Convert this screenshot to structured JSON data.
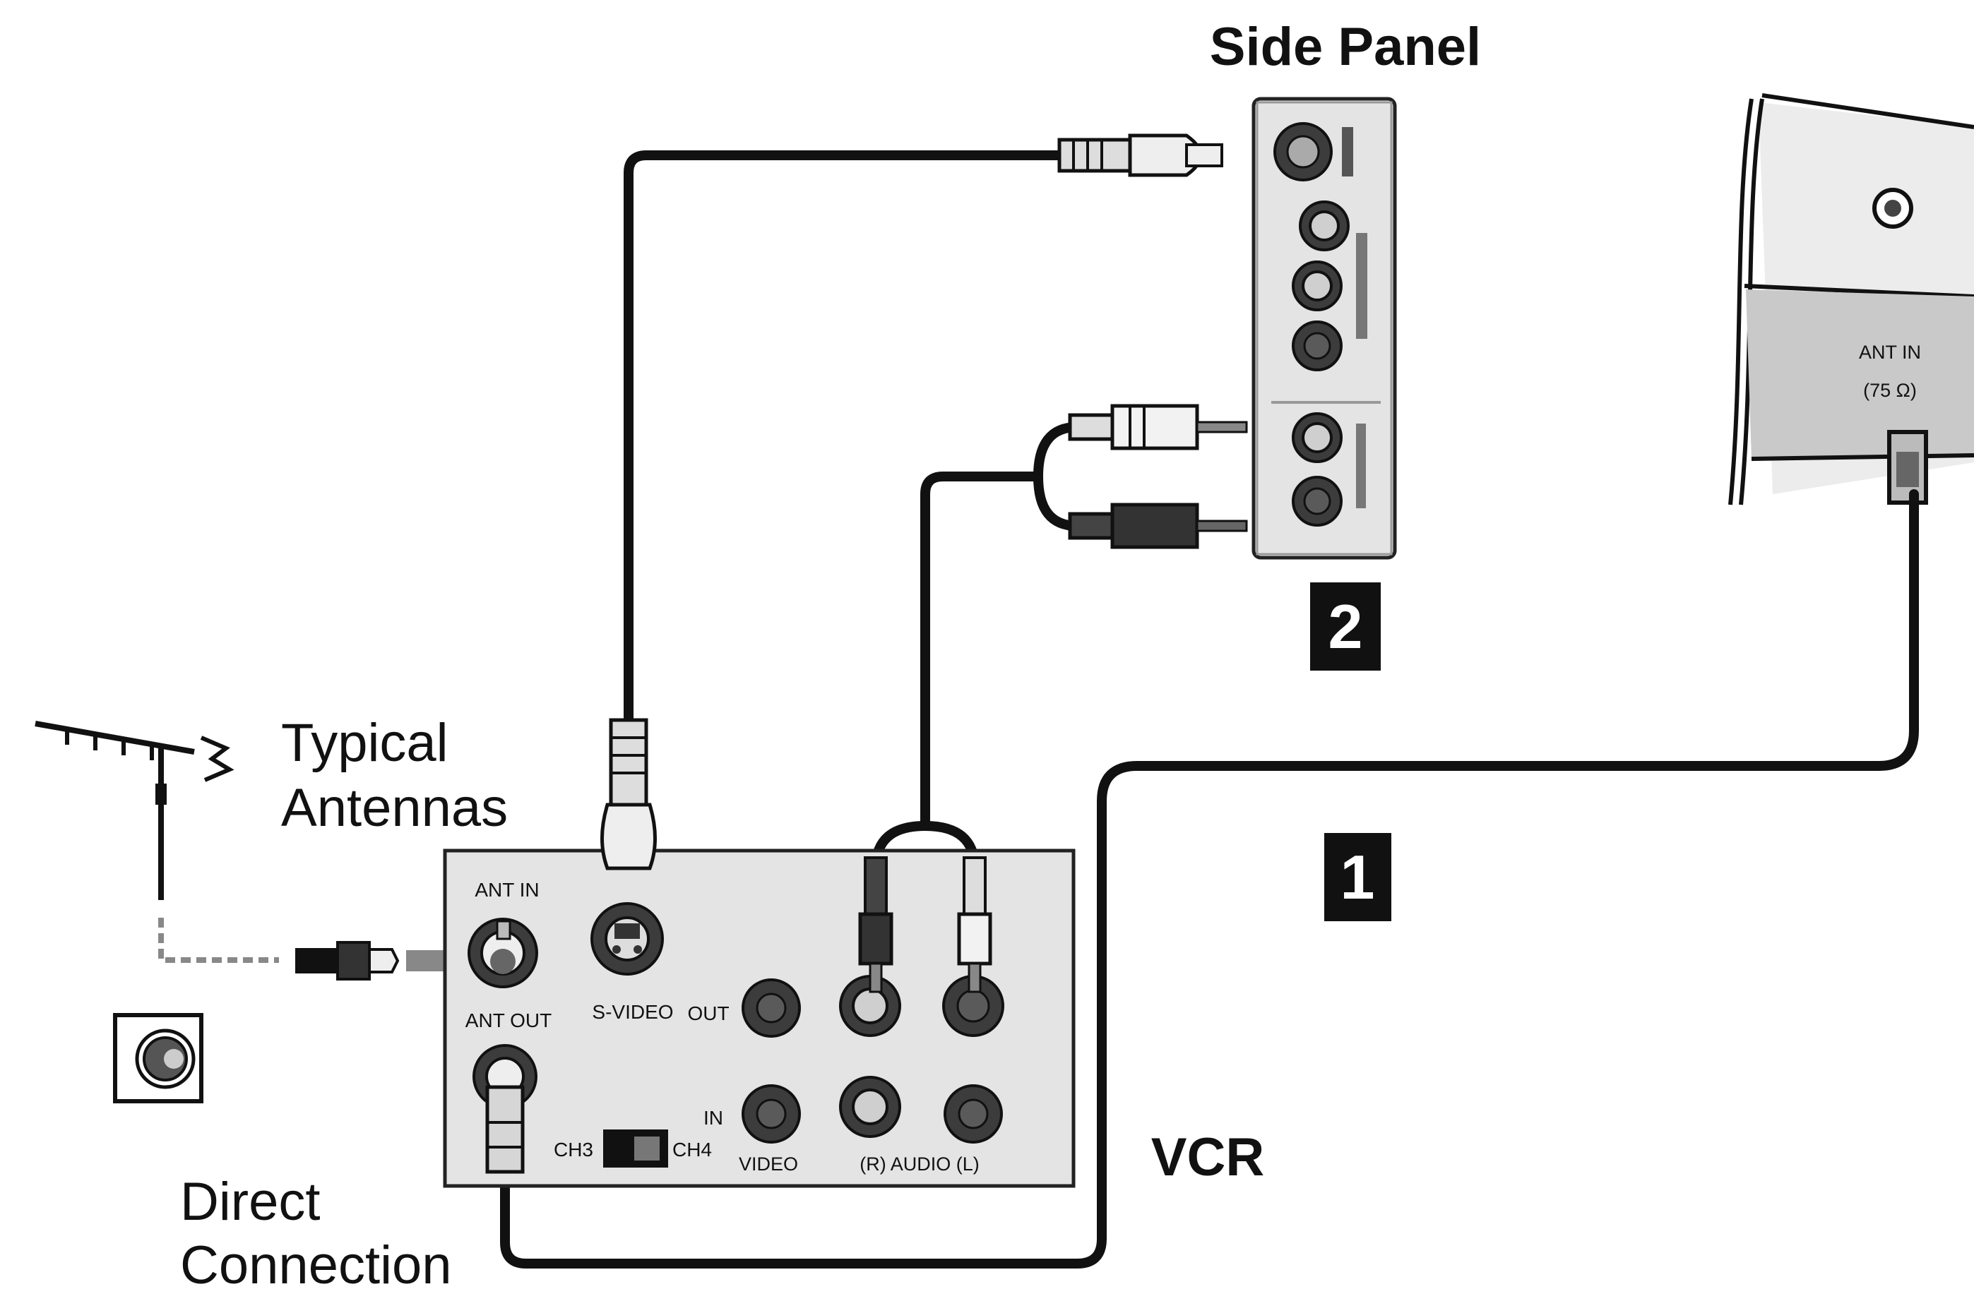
{
  "side_panel": {
    "title": "Side Panel"
  },
  "steps": {
    "step1": "1",
    "step2": "2"
  },
  "antenna": {
    "label_line1": "Typical",
    "label_line2": "Antennas"
  },
  "direct": {
    "label_line1": "Direct",
    "label_line2": "Connection"
  },
  "vcr": {
    "title": "VCR",
    "ant_in": "ANT IN",
    "ant_out": "ANT OUT",
    "s_video": "S-VIDEO",
    "out": "OUT",
    "in": "IN",
    "ch3": "CH3",
    "ch4": "CH4",
    "video": "VIDEO",
    "audio": "(R) AUDIO (L)"
  },
  "tv_rear": {
    "ant_in_label": "ANT IN",
    "ant_in_sublabel": "(75 Ω)"
  },
  "colors": {
    "cable": "#111111",
    "panel": "#e4e4e4",
    "badge": "#111111"
  }
}
